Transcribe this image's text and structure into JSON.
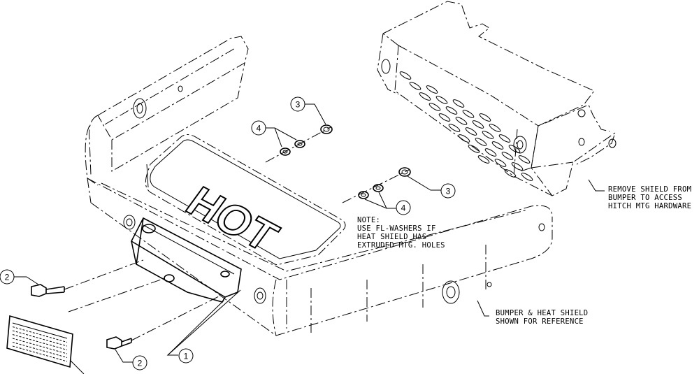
{
  "callouts": {
    "c1": "1",
    "c2a": "2",
    "c2b": "2",
    "c3a": "3",
    "c3b": "3",
    "c4a": "4",
    "c4b": "4"
  },
  "heat_shield_label": "HOT",
  "notes": {
    "washer_note": [
      "NOTE:",
      "USE FL-WASHERS IF",
      "HEAT SHIELD HAS",
      "EXTRUDED MTG. HOLES"
    ],
    "remove_shield": [
      "REMOVE SHIELD FROM",
      "BUMPER TO ACCESS",
      "HITCH MTG HARDWARE"
    ],
    "bumper_ref": [
      "BUMPER & HEAT SHIELD",
      "SHOWN FOR REFERENCE"
    ]
  }
}
